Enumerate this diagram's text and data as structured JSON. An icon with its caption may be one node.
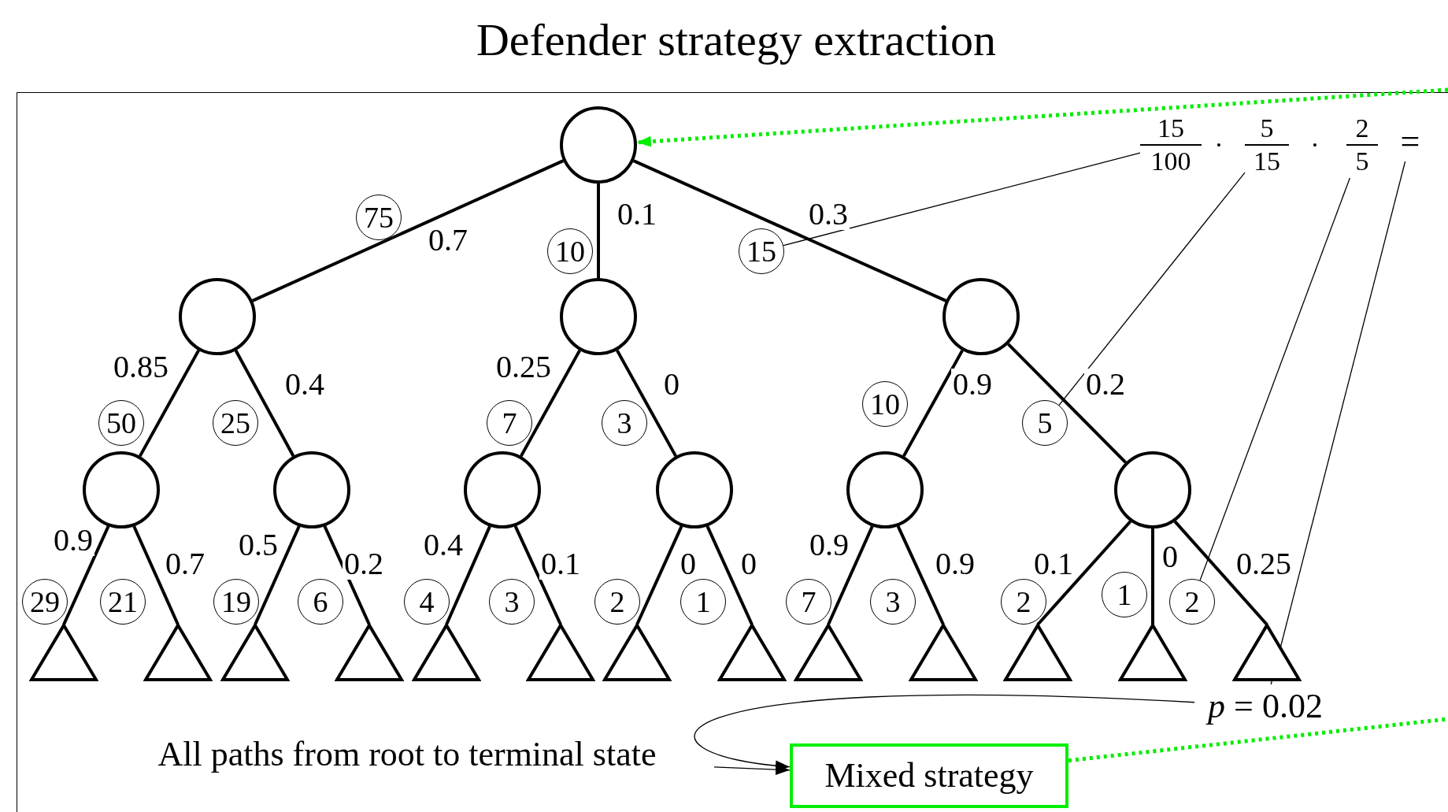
{
  "diagram": {
    "title": "Defender strategy extraction",
    "nodes": [
      {
        "text": [],
        "shape": "circle"
      },
      {
        "text": [],
        "shape": "circle"
      },
      {
        "text": [],
        "shape": "circle"
      },
      {
        "text": [],
        "shape": "circle"
      },
      {
        "text": [],
        "shape": "circle"
      },
      {
        "text": [],
        "shape": "circle"
      },
      {
        "text": [],
        "shape": "circle"
      },
      {
        "text": [],
        "shape": "circle"
      },
      {
        "text": [],
        "shape": "circle"
      },
      {
        "text": [],
        "shape": "circle"
      },
      {
        "text": [],
        "shape": "triangle"
      },
      {
        "text": [],
        "shape": "triangle"
      },
      {
        "text": [],
        "shape": "triangle"
      },
      {
        "text": [],
        "shape": "triangle"
      },
      {
        "text": [],
        "shape": "triangle"
      },
      {
        "text": [],
        "shape": "triangle"
      },
      {
        "text": [],
        "shape": "triangle"
      },
      {
        "text": [],
        "shape": "triangle"
      },
      {
        "text": [],
        "shape": "triangle"
      },
      {
        "text": [],
        "shape": "triangle"
      },
      {
        "text": [],
        "shape": "triangle"
      },
      {
        "text": [],
        "shape": "triangle"
      },
      {
        "text": [],
        "shape": "triangle"
      },
      {
        "text": [
          "75"
        ]
      },
      {
        "text": [
          "10"
        ]
      },
      {
        "text": [
          "15"
        ]
      },
      {
        "text": [
          "50"
        ]
      },
      {
        "text": [
          "25"
        ]
      },
      {
        "text": [
          "7"
        ]
      },
      {
        "text": [
          "3"
        ]
      },
      {
        "text": [
          "10"
        ]
      },
      {
        "text": [
          "5"
        ]
      },
      {
        "text": [
          "29"
        ]
      },
      {
        "text": [
          "21"
        ]
      },
      {
        "text": [
          "19"
        ]
      },
      {
        "text": [
          "6"
        ]
      },
      {
        "text": [
          "4"
        ]
      },
      {
        "text": [
          "3"
        ]
      },
      {
        "text": [
          "2"
        ]
      },
      {
        "text": [
          "1"
        ]
      },
      {
        "text": [
          "7"
        ]
      },
      {
        "text": [
          "3"
        ]
      },
      {
        "text": [
          "2"
        ]
      },
      {
        "text": [
          "1"
        ]
      },
      {
        "text": [
          "2"
        ]
      },
      {
        "text": [
          "15",
          "100"
        ]
      },
      {
        "text": [
          "5",
          "15"
        ]
      },
      {
        "text": [
          "2",
          "5"
        ]
      },
      {
        "text": [
          "="
        ]
      },
      {
        "text": [
          "*p* = 0.02"
        ]
      },
      {
        "text": [
          "All paths from root to terminal state"
        ]
      },
      {
        "text": [
          "Mixed strategy"
        ]
      }
    ],
    "edges": [
      {
        "from": 0,
        "to": 1,
        "arrow": "none",
        "label": "0.7"
      },
      {
        "from": 0,
        "to": 2,
        "arrow": "none",
        "label": "0.1"
      },
      {
        "from": 0,
        "to": 3,
        "arrow": "none",
        "label": "0.3"
      },
      {
        "from": 1,
        "to": 4,
        "arrow": "none",
        "label": "0.85"
      },
      {
        "from": 1,
        "to": 5,
        "arrow": "none",
        "label": "0.4"
      },
      {
        "from": 2,
        "to": 6,
        "arrow": "none",
        "label": "0.25"
      },
      {
        "from": 2,
        "to": 7,
        "arrow": "none",
        "label": "0"
      },
      {
        "from": 3,
        "to": 8,
        "arrow": "none",
        "label": "0.9"
      },
      {
        "from": 3,
        "to": 9,
        "arrow": "none",
        "label": "0.2"
      },
      {
        "from": 4,
        "to": 10,
        "arrow": "none",
        "label": "0.9"
      },
      {
        "from": 4,
        "to": 11,
        "arrow": "none",
        "label": "0.7"
      },
      {
        "from": 5,
        "to": 12,
        "arrow": "none",
        "label": "0.5"
      },
      {
        "from": 5,
        "to": 13,
        "arrow": "none",
        "label": "0.2"
      },
      {
        "from": 6,
        "to": 14,
        "arrow": "none",
        "label": "0.4"
      },
      {
        "from": 6,
        "to": 15,
        "arrow": "none",
        "label": "0.1"
      },
      {
        "from": 7,
        "to": 16,
        "arrow": "none",
        "label": "0"
      },
      {
        "from": 7,
        "to": 17,
        "arrow": "none",
        "label": "0"
      },
      {
        "from": 8,
        "to": 18,
        "arrow": "none",
        "label": "0.9"
      },
      {
        "from": 8,
        "to": 19,
        "arrow": "none",
        "label": "0.9"
      },
      {
        "from": 9,
        "to": 20,
        "arrow": "none",
        "label": "0.1"
      },
      {
        "from": 9,
        "to": 21,
        "arrow": "none",
        "label": "0"
      },
      {
        "from": 9,
        "to": 22,
        "arrow": "none",
        "label": "0.25"
      },
      {
        "from": 45,
        "to": 25,
        "arrow": "none"
      },
      {
        "from": 46,
        "to": 31,
        "arrow": "none"
      },
      {
        "from": 47,
        "to": 44,
        "arrow": "none"
      },
      {
        "from": 48,
        "to": 49,
        "arrow": "none"
      },
      {
        "from": 49,
        "to": 51,
        "arrow": "to"
      },
      {
        "from": 50,
        "to": 51,
        "arrow": "to"
      },
      {
        "from": null,
        "to": 0,
        "arrow": "to",
        "style": "dashed",
        "color": "#00ee00"
      },
      {
        "from": 51,
        "to": null,
        "arrow": "none",
        "style": "dashed",
        "color": "#00ee00"
      }
    ],
    "labels": [
      "·",
      "·"
    ]
  }
}
